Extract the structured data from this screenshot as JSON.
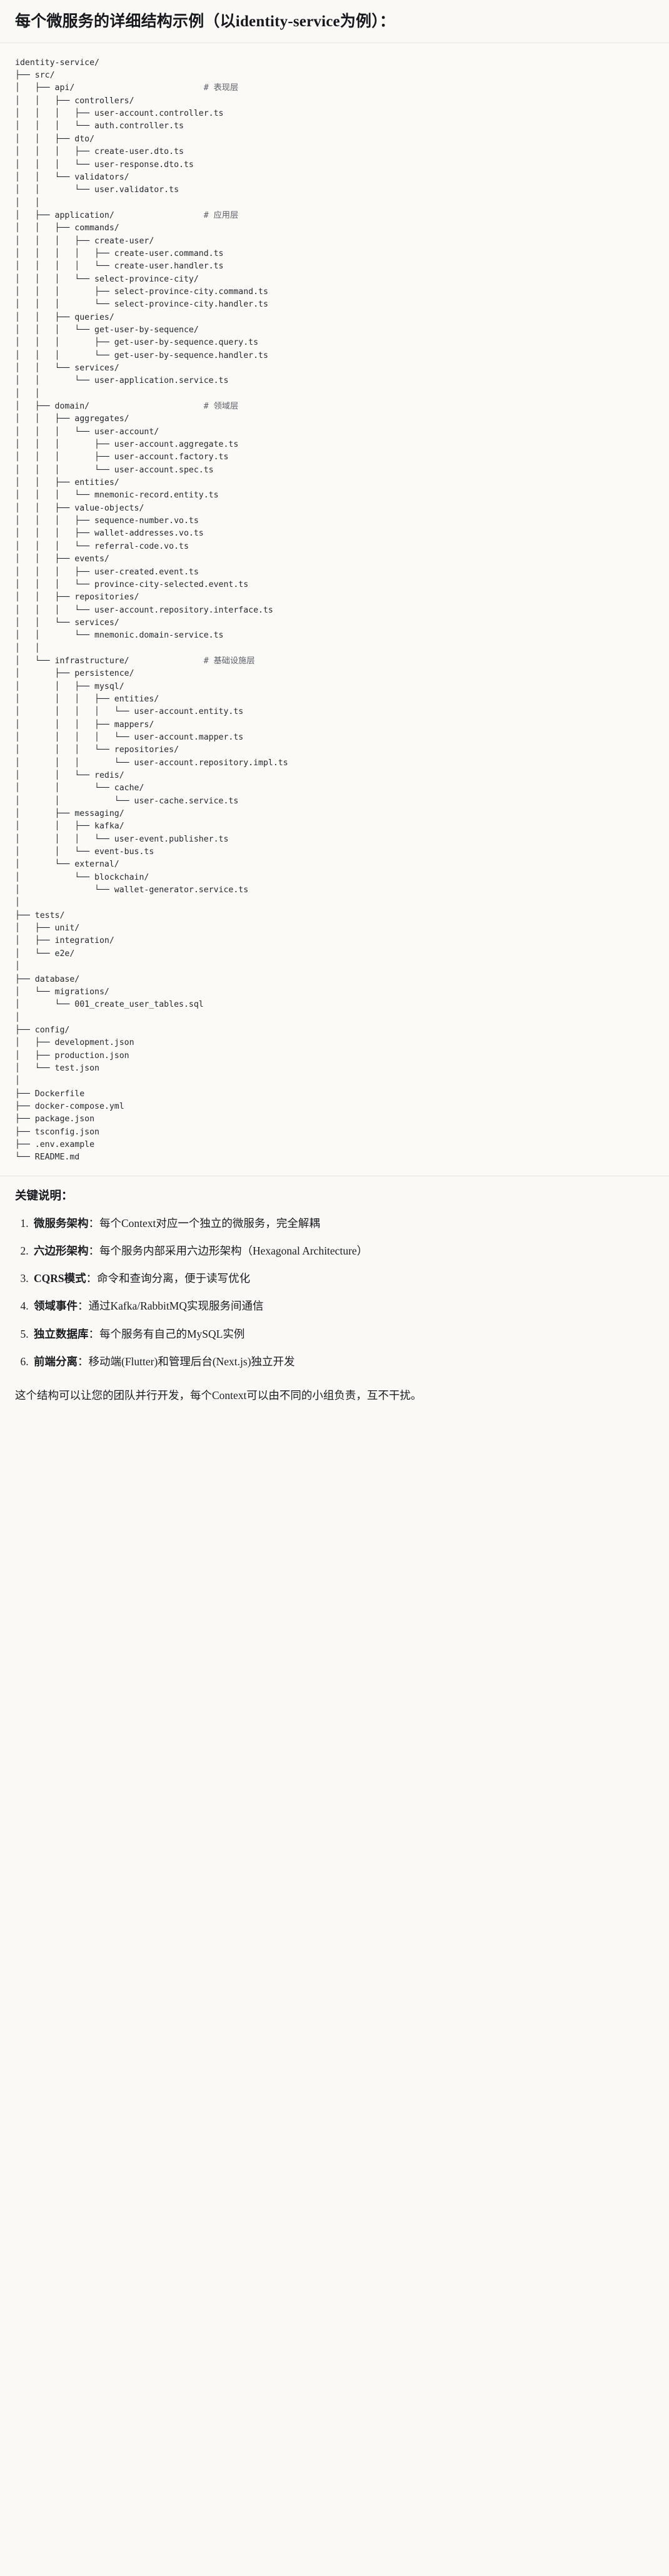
{
  "heading": "每个微服务的详细结构示例（以identity-service为例）：",
  "tree": {
    "lines": [
      {
        "text": "identity-service/",
        "comment": ""
      },
      {
        "text": "├── src/",
        "comment": ""
      },
      {
        "text": "│   ├── api/",
        "comment": "# 表现层"
      },
      {
        "text": "│   │   ├── controllers/",
        "comment": ""
      },
      {
        "text": "│   │   │   ├── user-account.controller.ts",
        "comment": ""
      },
      {
        "text": "│   │   │   └── auth.controller.ts",
        "comment": ""
      },
      {
        "text": "│   │   ├── dto/",
        "comment": ""
      },
      {
        "text": "│   │   │   ├── create-user.dto.ts",
        "comment": ""
      },
      {
        "text": "│   │   │   └── user-response.dto.ts",
        "comment": ""
      },
      {
        "text": "│   │   └── validators/",
        "comment": ""
      },
      {
        "text": "│   │       └── user.validator.ts",
        "comment": ""
      },
      {
        "text": "│   │",
        "comment": ""
      },
      {
        "text": "│   ├── application/",
        "comment": "# 应用层"
      },
      {
        "text": "│   │   ├── commands/",
        "comment": ""
      },
      {
        "text": "│   │   │   ├── create-user/",
        "comment": ""
      },
      {
        "text": "│   │   │   │   ├── create-user.command.ts",
        "comment": ""
      },
      {
        "text": "│   │   │   │   └── create-user.handler.ts",
        "comment": ""
      },
      {
        "text": "│   │   │   └── select-province-city/",
        "comment": ""
      },
      {
        "text": "│   │   │       ├── select-province-city.command.ts",
        "comment": ""
      },
      {
        "text": "│   │   │       └── select-province-city.handler.ts",
        "comment": ""
      },
      {
        "text": "│   │   ├── queries/",
        "comment": ""
      },
      {
        "text": "│   │   │   └── get-user-by-sequence/",
        "comment": ""
      },
      {
        "text": "│   │   │       ├── get-user-by-sequence.query.ts",
        "comment": ""
      },
      {
        "text": "│   │   │       └── get-user-by-sequence.handler.ts",
        "comment": ""
      },
      {
        "text": "│   │   └── services/",
        "comment": ""
      },
      {
        "text": "│   │       └── user-application.service.ts",
        "comment": ""
      },
      {
        "text": "│   │",
        "comment": ""
      },
      {
        "text": "│   ├── domain/",
        "comment": "# 领域层"
      },
      {
        "text": "│   │   ├── aggregates/",
        "comment": ""
      },
      {
        "text": "│   │   │   └── user-account/",
        "comment": ""
      },
      {
        "text": "│   │   │       ├── user-account.aggregate.ts",
        "comment": ""
      },
      {
        "text": "│   │   │       ├── user-account.factory.ts",
        "comment": ""
      },
      {
        "text": "│   │   │       └── user-account.spec.ts",
        "comment": ""
      },
      {
        "text": "│   │   ├── entities/",
        "comment": ""
      },
      {
        "text": "│   │   │   └── mnemonic-record.entity.ts",
        "comment": ""
      },
      {
        "text": "│   │   ├── value-objects/",
        "comment": ""
      },
      {
        "text": "│   │   │   ├── sequence-number.vo.ts",
        "comment": ""
      },
      {
        "text": "│   │   │   ├── wallet-addresses.vo.ts",
        "comment": ""
      },
      {
        "text": "│   │   │   └── referral-code.vo.ts",
        "comment": ""
      },
      {
        "text": "│   │   ├── events/",
        "comment": ""
      },
      {
        "text": "│   │   │   ├── user-created.event.ts",
        "comment": ""
      },
      {
        "text": "│   │   │   └── province-city-selected.event.ts",
        "comment": ""
      },
      {
        "text": "│   │   ├── repositories/",
        "comment": ""
      },
      {
        "text": "│   │   │   └── user-account.repository.interface.ts",
        "comment": ""
      },
      {
        "text": "│   │   └── services/",
        "comment": ""
      },
      {
        "text": "│   │       └── mnemonic.domain-service.ts",
        "comment": ""
      },
      {
        "text": "│   │",
        "comment": ""
      },
      {
        "text": "│   └── infrastructure/",
        "comment": "# 基础设施层"
      },
      {
        "text": "│       ├── persistence/",
        "comment": ""
      },
      {
        "text": "│       │   ├── mysql/",
        "comment": ""
      },
      {
        "text": "│       │   │   ├── entities/",
        "comment": ""
      },
      {
        "text": "│       │   │   │   └── user-account.entity.ts",
        "comment": ""
      },
      {
        "text": "│       │   │   ├── mappers/",
        "comment": ""
      },
      {
        "text": "│       │   │   │   └── user-account.mapper.ts",
        "comment": ""
      },
      {
        "text": "│       │   │   └── repositories/",
        "comment": ""
      },
      {
        "text": "│       │   │       └── user-account.repository.impl.ts",
        "comment": ""
      },
      {
        "text": "│       │   └── redis/",
        "comment": ""
      },
      {
        "text": "│       │       └── cache/",
        "comment": ""
      },
      {
        "text": "│       │           └── user-cache.service.ts",
        "comment": ""
      },
      {
        "text": "│       ├── messaging/",
        "comment": ""
      },
      {
        "text": "│       │   ├── kafka/",
        "comment": ""
      },
      {
        "text": "│       │   │   └── user-event.publisher.ts",
        "comment": ""
      },
      {
        "text": "│       │   └── event-bus.ts",
        "comment": ""
      },
      {
        "text": "│       └── external/",
        "comment": ""
      },
      {
        "text": "│           └── blockchain/",
        "comment": ""
      },
      {
        "text": "│               └── wallet-generator.service.ts",
        "comment": ""
      },
      {
        "text": "│",
        "comment": ""
      },
      {
        "text": "├── tests/",
        "comment": ""
      },
      {
        "text": "│   ├── unit/",
        "comment": ""
      },
      {
        "text": "│   ├── integration/",
        "comment": ""
      },
      {
        "text": "│   └── e2e/",
        "comment": ""
      },
      {
        "text": "│",
        "comment": ""
      },
      {
        "text": "├── database/",
        "comment": ""
      },
      {
        "text": "│   └── migrations/",
        "comment": ""
      },
      {
        "text": "│       └── 001_create_user_tables.sql",
        "comment": ""
      },
      {
        "text": "│",
        "comment": ""
      },
      {
        "text": "├── config/",
        "comment": ""
      },
      {
        "text": "│   ├── development.json",
        "comment": ""
      },
      {
        "text": "│   ├── production.json",
        "comment": ""
      },
      {
        "text": "│   └── test.json",
        "comment": ""
      },
      {
        "text": "│",
        "comment": ""
      },
      {
        "text": "├── Dockerfile",
        "comment": ""
      },
      {
        "text": "├── docker-compose.yml",
        "comment": ""
      },
      {
        "text": "├── package.json",
        "comment": ""
      },
      {
        "text": "├── tsconfig.json",
        "comment": ""
      },
      {
        "text": "├── .env.example",
        "comment": ""
      },
      {
        "text": "└── README.md",
        "comment": ""
      }
    ],
    "comment_column": 38
  },
  "notes": {
    "title": "关键说明：",
    "items": [
      {
        "term": "微服务架构",
        "body": "：每个Context对应一个独立的微服务，完全解耦"
      },
      {
        "term": "六边形架构",
        "body": "：每个服务内部采用六边形架构（Hexagonal Architecture）"
      },
      {
        "term": "CQRS模式",
        "body": "：命令和查询分离，便于读写优化"
      },
      {
        "term": "领域事件",
        "body": "：通过Kafka/RabbitMQ实现服务间通信"
      },
      {
        "term": "独立数据库",
        "body": "：每个服务有自己的MySQL实例"
      },
      {
        "term": "前端分离",
        "body": "：移动端(Flutter)和管理后台(Next.js)独立开发"
      }
    ],
    "closing": "这个结构可以让您的团队并行开发，每个Context可以由不同的小组负责，互不干扰。"
  }
}
